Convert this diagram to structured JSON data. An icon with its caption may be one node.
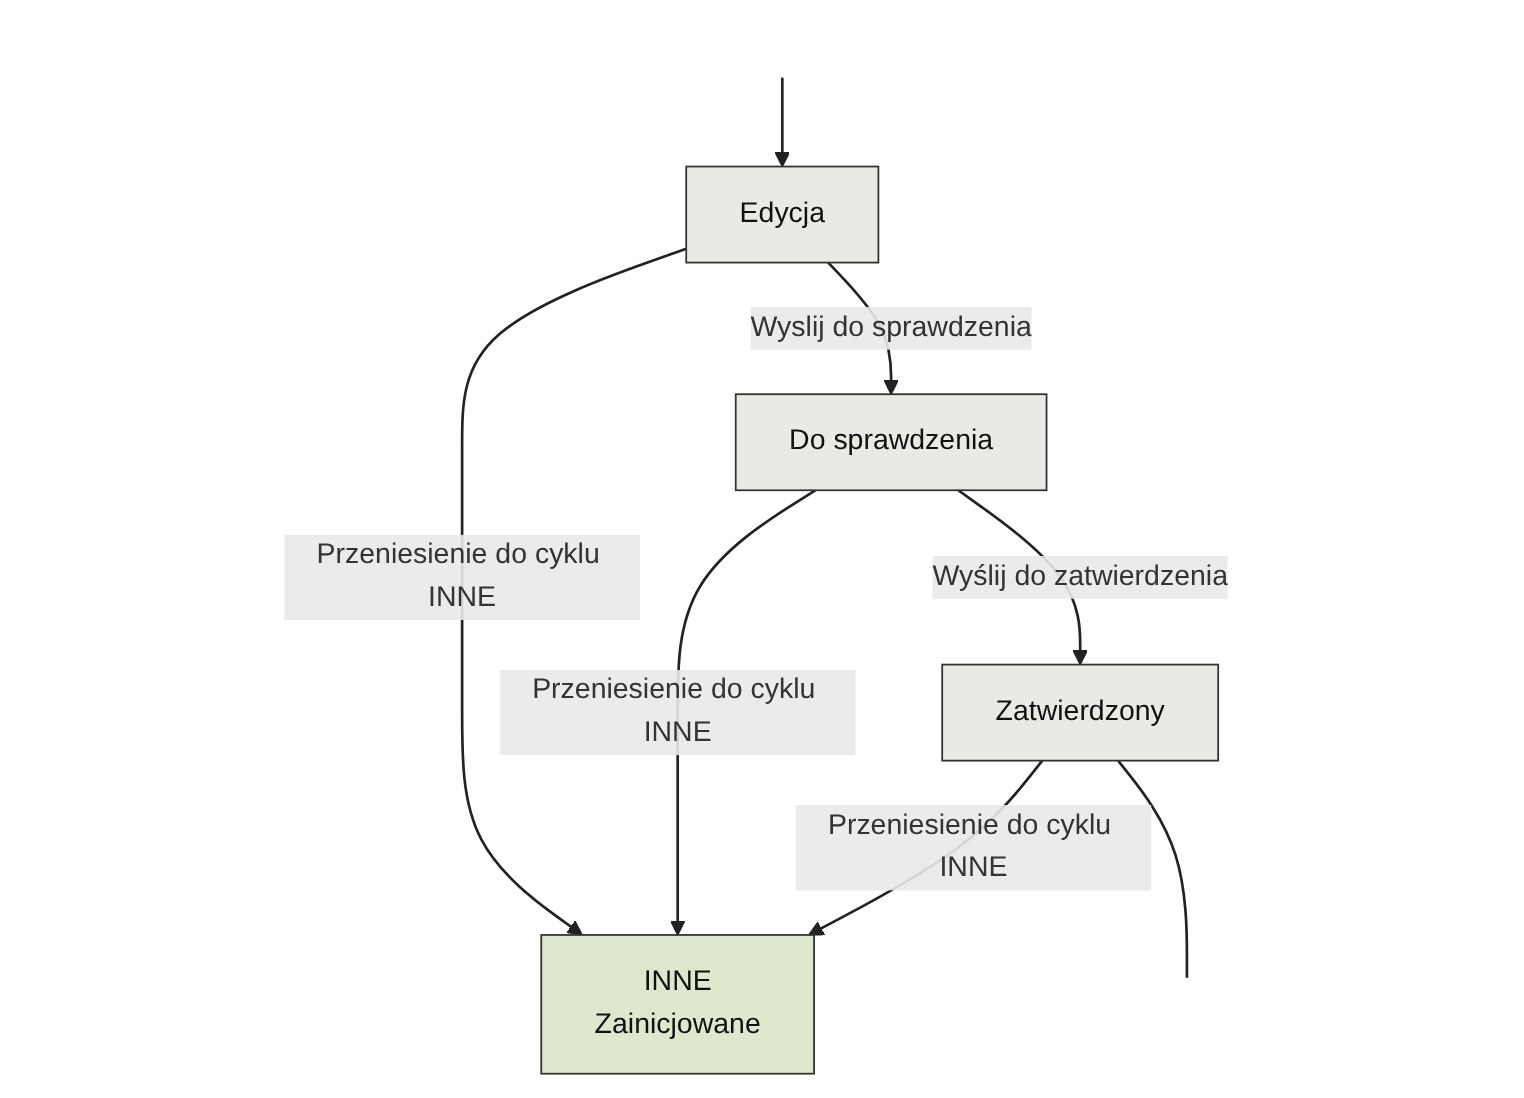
{
  "diagram": {
    "nodes": [
      {
        "text": [
          "Edycja"
        ]
      },
      {
        "text": [
          "INNE",
          "Zainicjowane"
        ]
      },
      {
        "text": [
          "Do sprawdzenia"
        ]
      },
      {
        "text": [
          "Zatwierdzony"
        ]
      }
    ],
    "edges": [
      {
        "from": null,
        "to": 0,
        "arrow": "to"
      },
      {
        "from": 0,
        "to": 1,
        "label": "Przeniesienie do cyklu INNE",
        "arrow": "to"
      },
      {
        "from": 0,
        "to": 2,
        "label": "Wyslij do sprawdzenia",
        "arrow": "to"
      },
      {
        "from": 2,
        "to": 1,
        "label": "Przeniesienie do cyklu INNE",
        "arrow": "to"
      },
      {
        "from": 2,
        "to": 3,
        "label": "Wyślij do zatwierdzenia",
        "arrow": "to"
      },
      {
        "from": 3,
        "to": 1,
        "label": "Przeniesienie do cyklu INNE",
        "arrow": "to"
      },
      {
        "from": 3,
        "to": null,
        "arrow": "none"
      }
    ]
  }
}
